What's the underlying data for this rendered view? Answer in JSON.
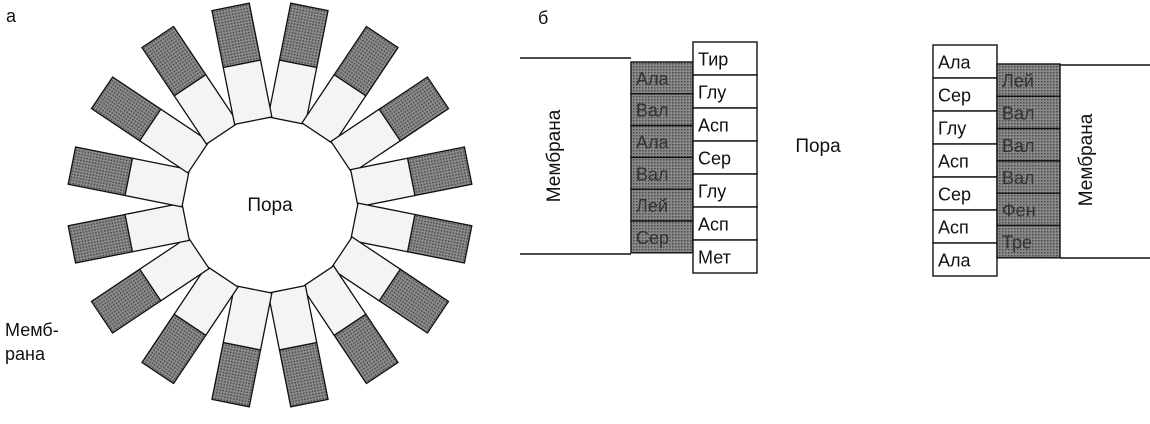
{
  "panel_a": {
    "label": "а",
    "pore_label": "Пора",
    "membrane_label_line1": "Мемб-",
    "membrane_label_line2": "рана",
    "subunit_count": 16
  },
  "panel_b": {
    "label": "б",
    "pore_label": "Пора",
    "left_membrane_label": "Мембрана",
    "right_membrane_label": "Мембрана",
    "left_helix": {
      "hydrophobic": [
        "Ала",
        "Вал",
        "Ала",
        "Вал",
        "Лей",
        "Сер"
      ],
      "hydrophilic": [
        "Тир",
        "Глу",
        "Асп",
        "Сер",
        "Глу",
        "Асп",
        "Мет"
      ]
    },
    "right_helix": {
      "hydrophilic": [
        "Ала",
        "Сер",
        "Глу",
        "Асп",
        "Сер",
        "Асп",
        "Ала"
      ],
      "hydrophobic": [
        "Лей",
        "Вал",
        "Вал",
        "Вал",
        "Фен",
        "Тре"
      ]
    }
  },
  "colors": {
    "dark": "#6e6e6e",
    "light": "#f4f4f4",
    "line": "#111111"
  }
}
